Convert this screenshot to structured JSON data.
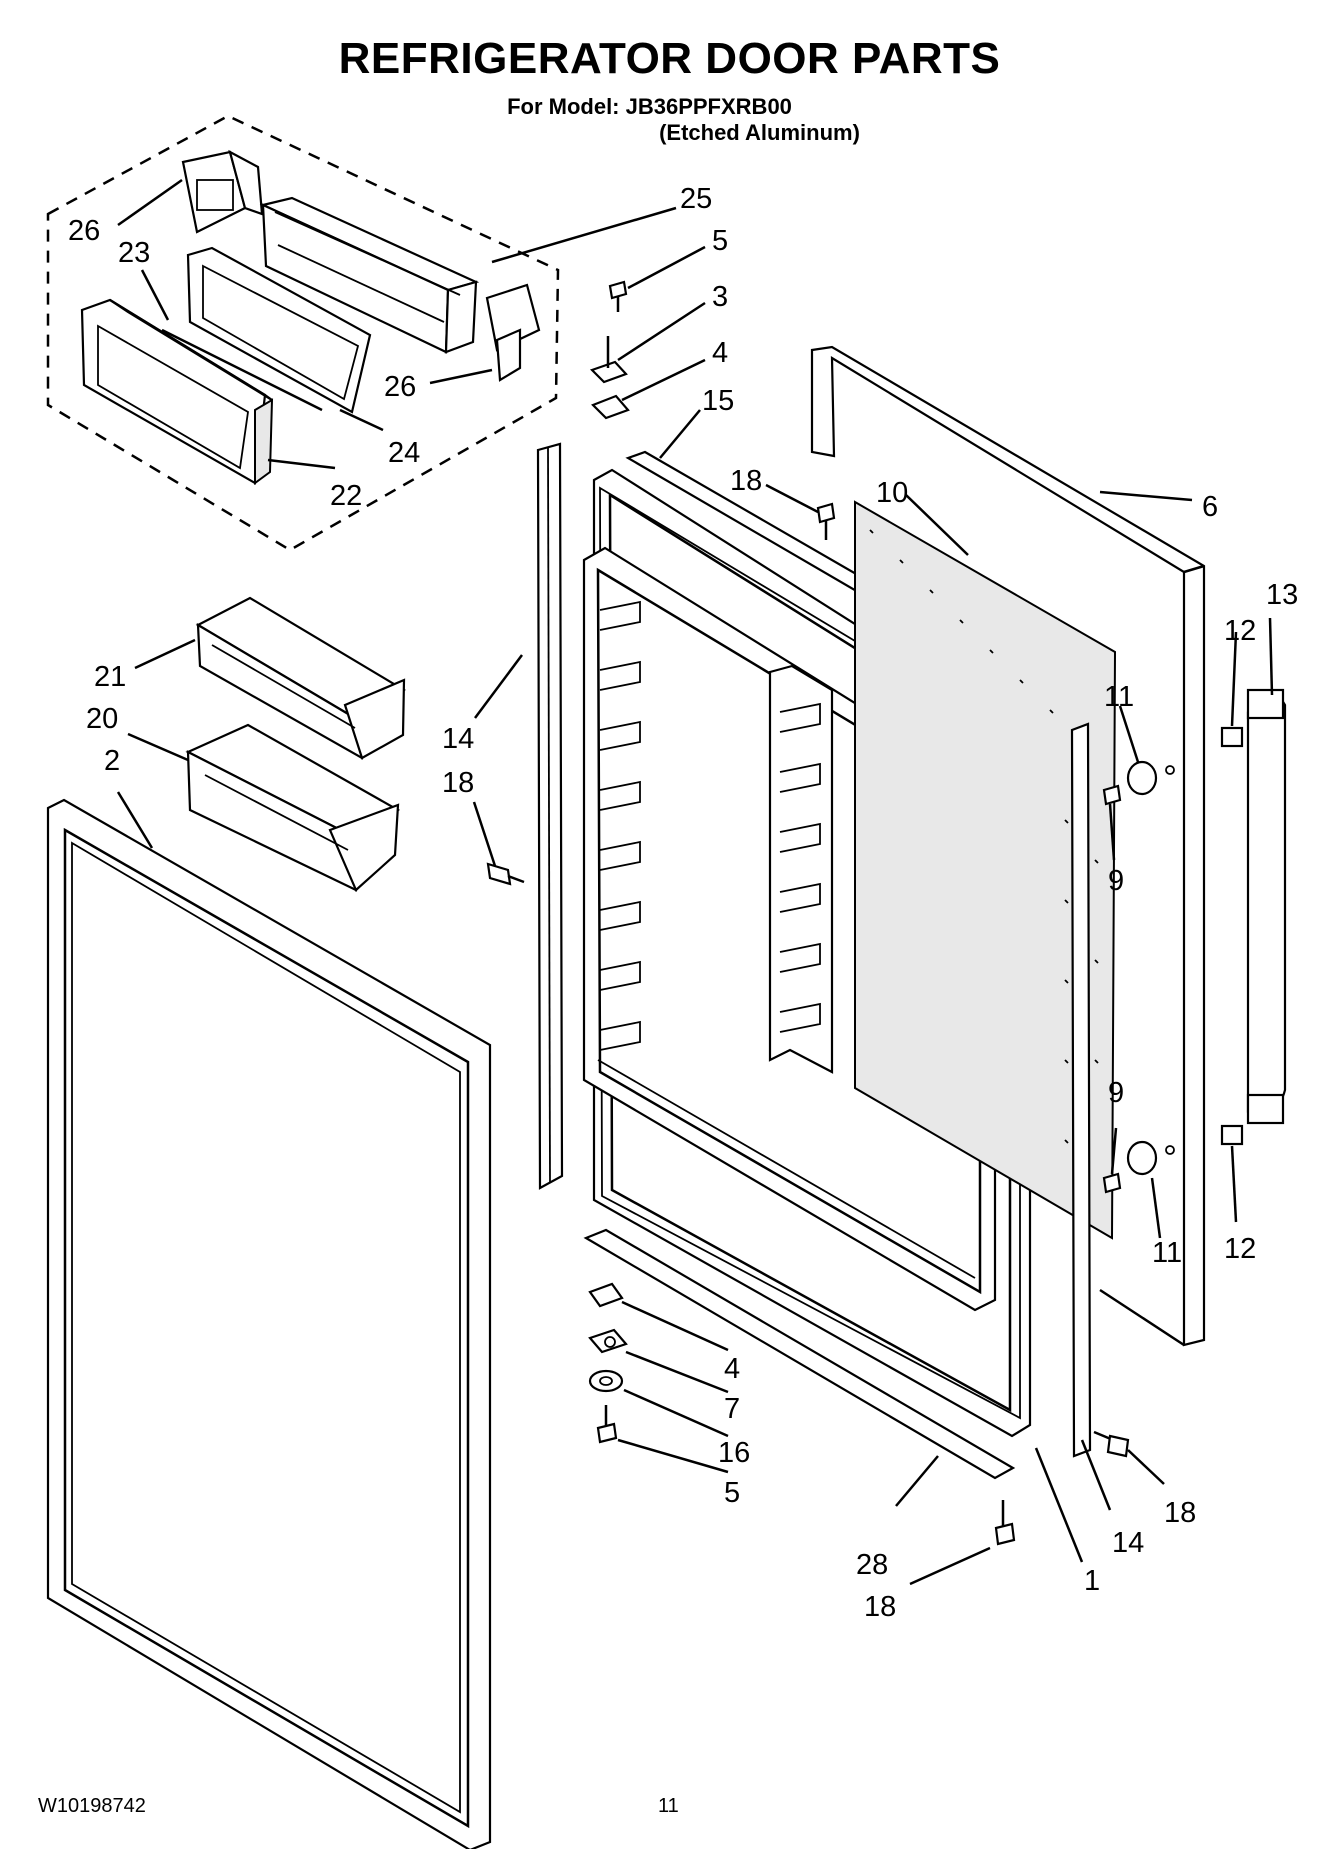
{
  "header": {
    "title": "REFRIGERATOR DOOR PARTS",
    "model_line": "For Model: JB36PPFXRB00",
    "finish_line": "(Etched Aluminum)"
  },
  "footer": {
    "document_number": "W10198742",
    "page_number": "11"
  },
  "callouts": {
    "c25": "25",
    "c26a": "26",
    "c23": "23",
    "c5a": "5",
    "c3": "3",
    "c4a": "4",
    "c26b": "26",
    "c15": "15",
    "c24": "24",
    "c22": "22",
    "c18a": "18",
    "c10": "10",
    "c6": "6",
    "c13": "13",
    "c12a": "12",
    "c21": "21",
    "c20": "20",
    "c2": "2",
    "c14a": "14",
    "c18b": "18",
    "c11a": "11",
    "c9a": "9",
    "c9b": "9",
    "c11b": "11",
    "c12b": "12",
    "c4b": "4",
    "c7": "7",
    "c16": "16",
    "c5b": "5",
    "c18c": "18",
    "c14b": "14",
    "c28": "28",
    "c1": "1",
    "c18d": "18"
  }
}
